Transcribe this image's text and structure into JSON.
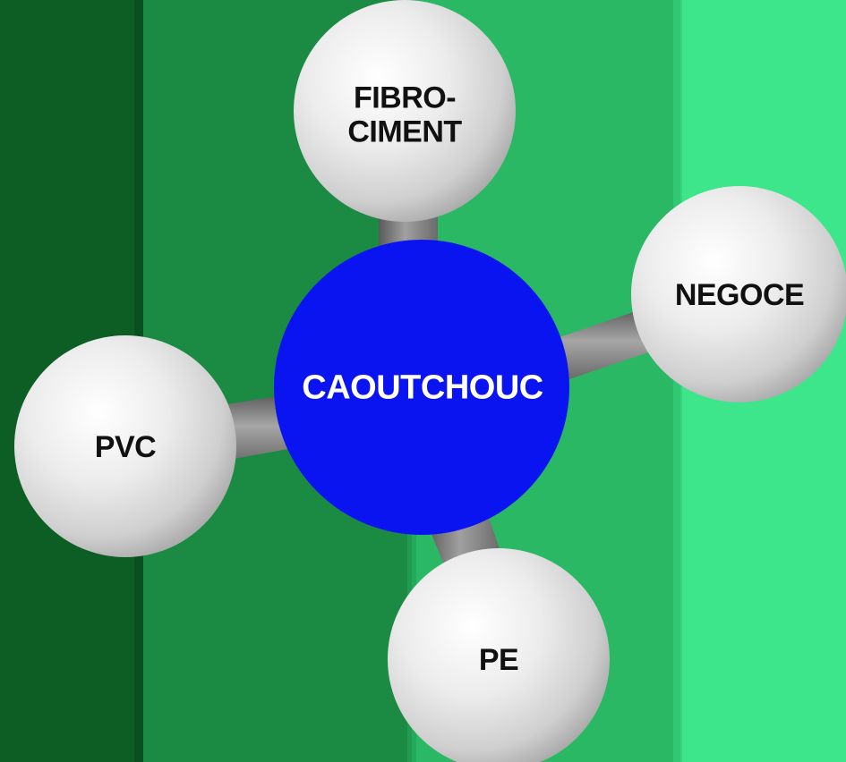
{
  "diagram": {
    "center": {
      "label": "CAOUTCHOUC",
      "color": "#0a14f0"
    },
    "satellites": [
      {
        "id": "fibro",
        "label": "FIBRO-\nCIMENT"
      },
      {
        "id": "negoce",
        "label": "NEGOCE"
      },
      {
        "id": "pvc",
        "label": "PVC"
      },
      {
        "id": "pe",
        "label": "PE"
      }
    ]
  },
  "colors": {
    "stripes": [
      "#0c5e25",
      "#1b8a42",
      "#2ab865",
      "#3de68a"
    ],
    "satellite": "#e8e8e8",
    "connector": "#7a7a7a"
  }
}
